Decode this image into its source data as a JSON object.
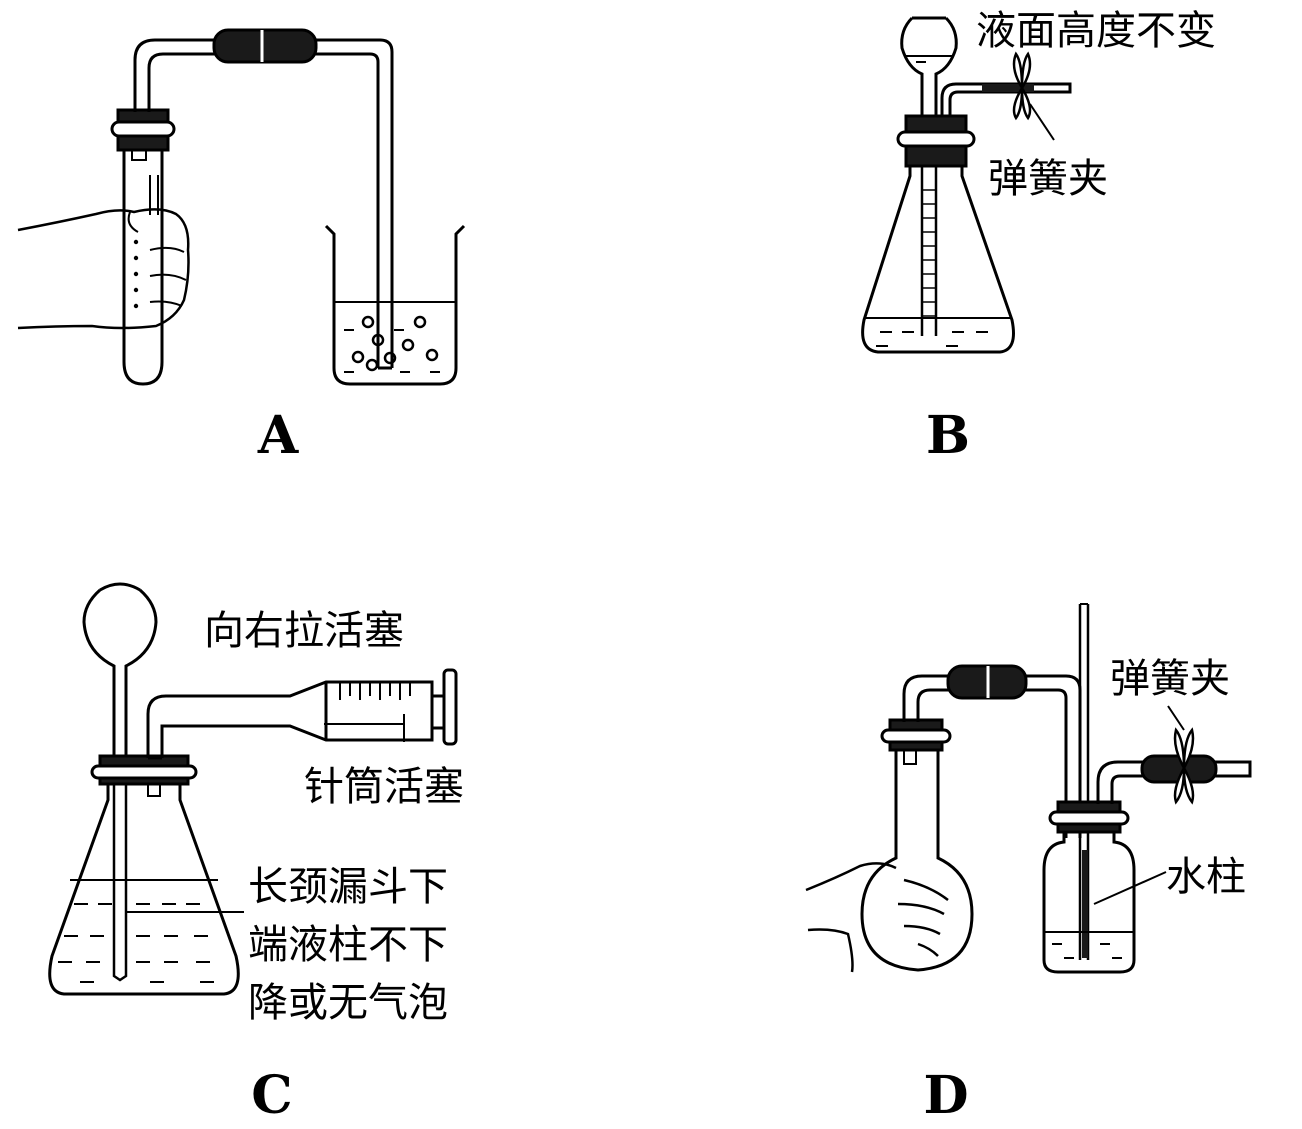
{
  "panels": {
    "a": {
      "label": "A"
    },
    "b": {
      "label": "B",
      "liquid_level_text": "液面高度不变",
      "clamp_text": "弹簧夹"
    },
    "c": {
      "label": "C",
      "pull_text": "向右拉活塞",
      "syringe_text": "针筒活塞",
      "funnel_line1": "长颈漏斗下",
      "funnel_line2": "端液柱不下",
      "funnel_line3": "降或无气泡"
    },
    "d": {
      "label": "D",
      "clamp_text": "弹簧夹",
      "water_column_text": "水柱"
    }
  }
}
